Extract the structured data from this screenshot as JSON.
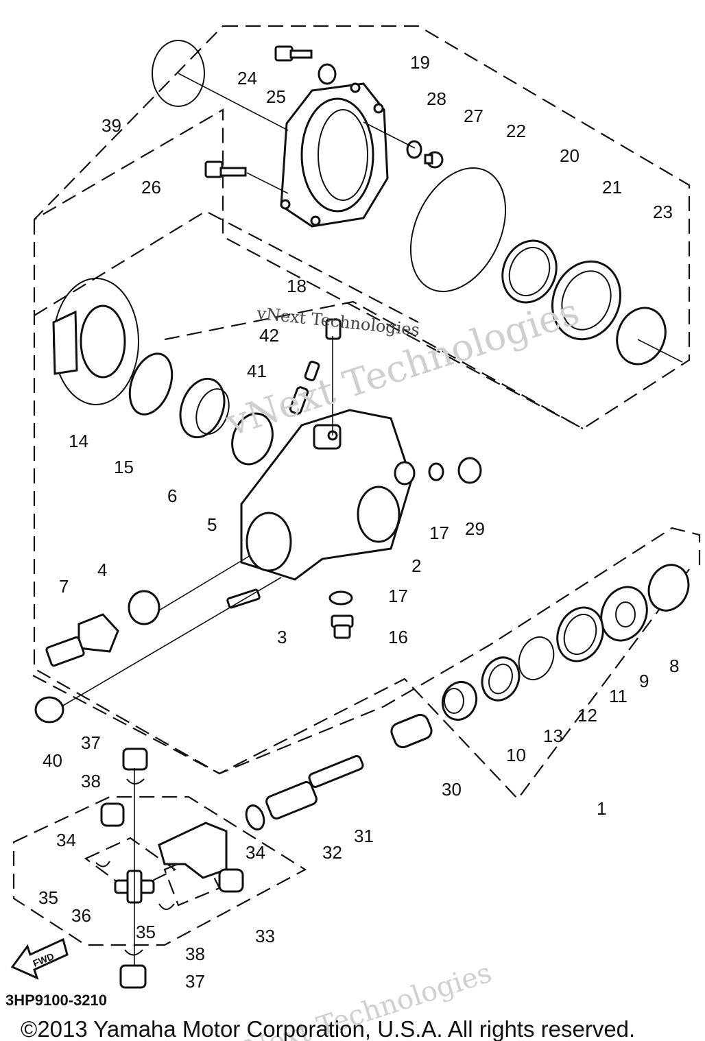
{
  "diagram": {
    "callouts": [
      {
        "id": "39",
        "label": "39"
      },
      {
        "id": "24",
        "label": "24"
      },
      {
        "id": "25",
        "label": "25"
      },
      {
        "id": "19",
        "label": "19"
      },
      {
        "id": "28",
        "label": "28"
      },
      {
        "id": "27",
        "label": "27"
      },
      {
        "id": "22",
        "label": "22"
      },
      {
        "id": "20",
        "label": "20"
      },
      {
        "id": "21",
        "label": "21"
      },
      {
        "id": "23",
        "label": "23"
      },
      {
        "id": "26",
        "label": "26"
      },
      {
        "id": "18",
        "label": "18"
      },
      {
        "id": "42",
        "label": "42"
      },
      {
        "id": "41",
        "label": "41"
      },
      {
        "id": "14",
        "label": "14"
      },
      {
        "id": "15",
        "label": "15"
      },
      {
        "id": "6",
        "label": "6"
      },
      {
        "id": "5",
        "label": "5"
      },
      {
        "id": "17a",
        "label": "17"
      },
      {
        "id": "29",
        "label": "29"
      },
      {
        "id": "2",
        "label": "2"
      },
      {
        "id": "4",
        "label": "4"
      },
      {
        "id": "7",
        "label": "7"
      },
      {
        "id": "3",
        "label": "3"
      },
      {
        "id": "17b",
        "label": "17"
      },
      {
        "id": "16",
        "label": "16"
      },
      {
        "id": "8",
        "label": "8"
      },
      {
        "id": "9",
        "label": "9"
      },
      {
        "id": "11",
        "label": "11"
      },
      {
        "id": "12",
        "label": "12"
      },
      {
        "id": "13",
        "label": "13"
      },
      {
        "id": "10",
        "label": "10"
      },
      {
        "id": "40",
        "label": "40"
      },
      {
        "id": "37a",
        "label": "37"
      },
      {
        "id": "38a",
        "label": "38"
      },
      {
        "id": "30",
        "label": "30"
      },
      {
        "id": "1",
        "label": "1"
      },
      {
        "id": "31",
        "label": "31"
      },
      {
        "id": "34a",
        "label": "34"
      },
      {
        "id": "32",
        "label": "32"
      },
      {
        "id": "34b",
        "label": "34"
      },
      {
        "id": "35a",
        "label": "35"
      },
      {
        "id": "36",
        "label": "36"
      },
      {
        "id": "35b",
        "label": "35"
      },
      {
        "id": "33",
        "label": "33"
      },
      {
        "id": "38b",
        "label": "38"
      },
      {
        "id": "37b",
        "label": "37"
      }
    ],
    "fwd_label": "FWD",
    "diagram_code": "3HP9100-3210",
    "watermark": "vNext Technologies",
    "copyright": "©2013 Yamaha Motor Corporation, U.S.A. All rights reserved."
  }
}
